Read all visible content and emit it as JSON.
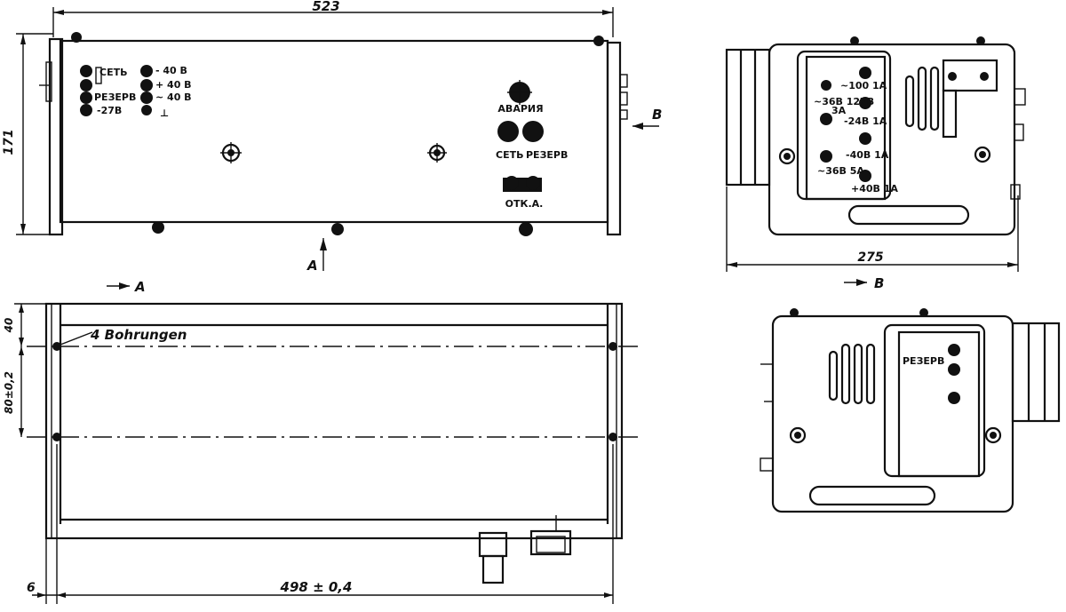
{
  "dimensions": {
    "front_width": "523",
    "front_height": "171",
    "side_width": "275",
    "bottom_top_margin": "40",
    "bottom_hole_spacing": "80±0,2",
    "bottom_left_offset": "6",
    "bottom_hole_distance": "498 ± 0,4"
  },
  "view_labels": {
    "arrow_a_front": "A",
    "arrow_b_front": "B",
    "view_a": "A",
    "view_b": "B"
  },
  "annotations": {
    "holes": "4 Bohrungen"
  },
  "front_panel": {
    "left_labels": [
      "СЕТЬ",
      "РЕЗЕРВ",
      "-27В"
    ],
    "right_labels": [
      "- 40 В",
      "+ 40 В",
      "~ 40 В",
      "⊥"
    ],
    "alarm": "АВАРИЯ",
    "net": "СЕТЬ",
    "reserve": "РЕЗЕРВ",
    "otk": "ОТК.А."
  },
  "side_panel": {
    "labels": [
      "~100 1А",
      "~36В 127В",
      "3А",
      "-24В 1А",
      "-40В 1А",
      "~36В 5А",
      "+40В 1А"
    ]
  },
  "rear_panel": {
    "label": "РЕЗЕРВ"
  }
}
